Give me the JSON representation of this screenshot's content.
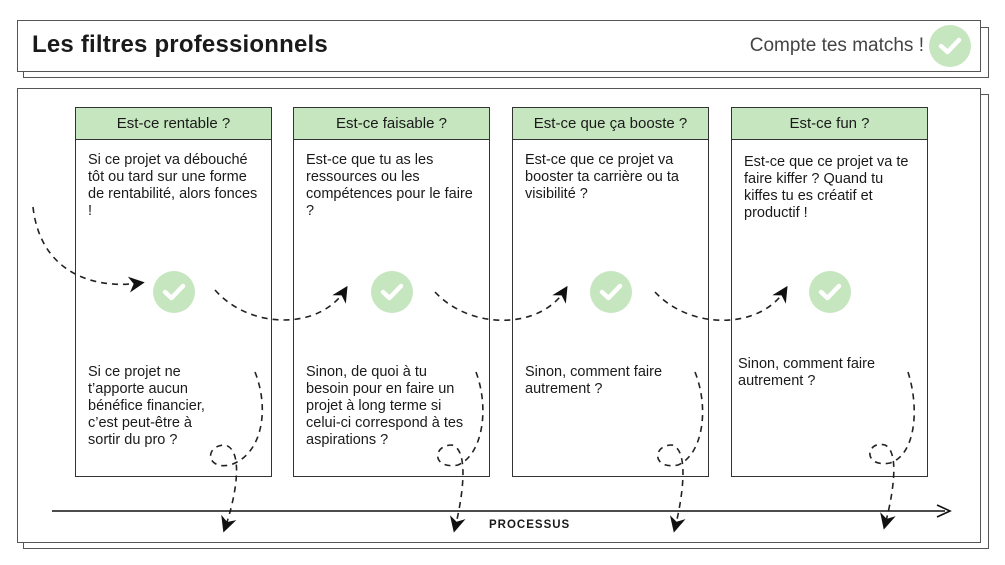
{
  "header": {
    "title": "Les filtres professionnels",
    "tagline": "Compte tes matchs !",
    "tagline_icon": "check-circle-icon"
  },
  "colors": {
    "accent_green": "#c6e6bf",
    "border": "#333333"
  },
  "cards": [
    {
      "title": "Est-ce rentable ?",
      "question": "Si ce projet va débouché tôt ou tard sur une forme de rentabilité, alors fonces !",
      "otherwise": "Si ce projet ne t’apporte aucun bénéfice financier, c’est peut-être à sortir du pro ?"
    },
    {
      "title": "Est-ce faisable ?",
      "question": "Est-ce que tu as les ressources ou les compétences pour le faire ?",
      "otherwise": "Sinon, de quoi à tu besoin pour en faire un projet à long terme si celui-ci correspond à tes aspirations ?"
    },
    {
      "title": "Est-ce que ça booste ?",
      "question": "Est-ce que ce projet va booster ta carrière ou ta visibilité ?",
      "otherwise": "Sinon, comment faire autrement ?"
    },
    {
      "title": "Est-ce fun ?",
      "question": "Est-ce que ce projet va te faire kiffer ? Quand tu kiffes tu es créatif et productif !",
      "otherwise": "Sinon, comment faire autrement ?"
    }
  ],
  "process_label": "PROCESSUS"
}
